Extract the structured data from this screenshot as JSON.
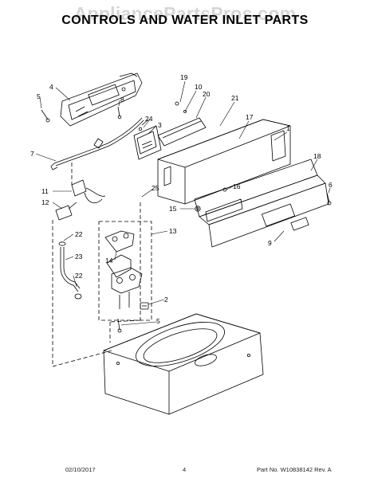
{
  "watermark": "AppliancePartsPros.com",
  "title": "CONTROLS AND WATER INLET PARTS",
  "footer": {
    "date": "02/10/2017",
    "page": "4",
    "part_info": "Part No. W10838142  Rev. A"
  },
  "callouts": {
    "c1": "1",
    "c2": "2",
    "c3": "3",
    "c4": "4",
    "c5a": "5",
    "c5b": "5",
    "c6": "6",
    "c7": "7",
    "c8": "8",
    "c9": "9",
    "c10": "10",
    "c11": "11",
    "c12": "12",
    "c13": "13",
    "c14": "14",
    "c15": "15",
    "c16": "16",
    "c17": "17",
    "c18": "18",
    "c19": "19",
    "c20": "20",
    "c21": "21",
    "c22a": "22",
    "c22b": "22",
    "c23": "23",
    "c24": "24",
    "c25": "25"
  }
}
